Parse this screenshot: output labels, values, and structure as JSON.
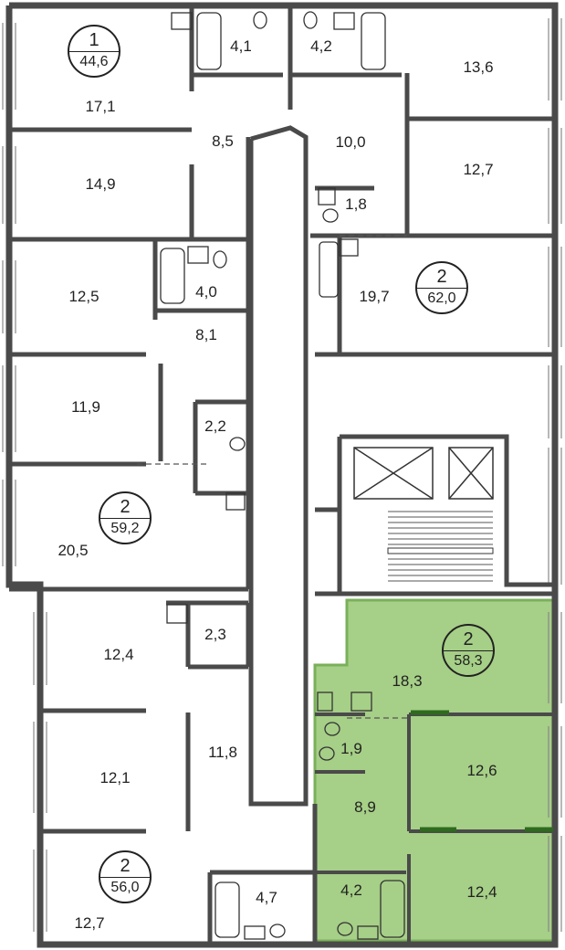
{
  "apartments": [
    {
      "id": "apt-1-top-left",
      "rooms": "1",
      "area": "44,6"
    },
    {
      "id": "apt-2-top-right",
      "rooms": "2",
      "area": "62,0"
    },
    {
      "id": "apt-2-middle-left",
      "rooms": "2",
      "area": "59,2"
    },
    {
      "id": "apt-2-highlighted",
      "rooms": "2",
      "area": "58,3",
      "highlight": true
    },
    {
      "id": "apt-2-bottom-left",
      "rooms": "2",
      "area": "56,0"
    }
  ],
  "rooms": [
    "17,1",
    "4,1",
    "4,2",
    "13,6",
    "14,9",
    "8,5",
    "10,0",
    "12,7",
    "1,8",
    "12,5",
    "4,0",
    "19,7",
    "8,1",
    "11,9",
    "2,2",
    "20,5",
    "12,4",
    "2,3",
    "18,3",
    "12,1",
    "11,8",
    "1,9",
    "12,6",
    "8,9",
    "4,7",
    "4,2",
    "12,4",
    "12,7"
  ],
  "colors": {
    "wall": "#4a4a4a",
    "highlight_fill": "#a6cf87",
    "highlight_border": "#7ab05a",
    "window": "#777777"
  }
}
